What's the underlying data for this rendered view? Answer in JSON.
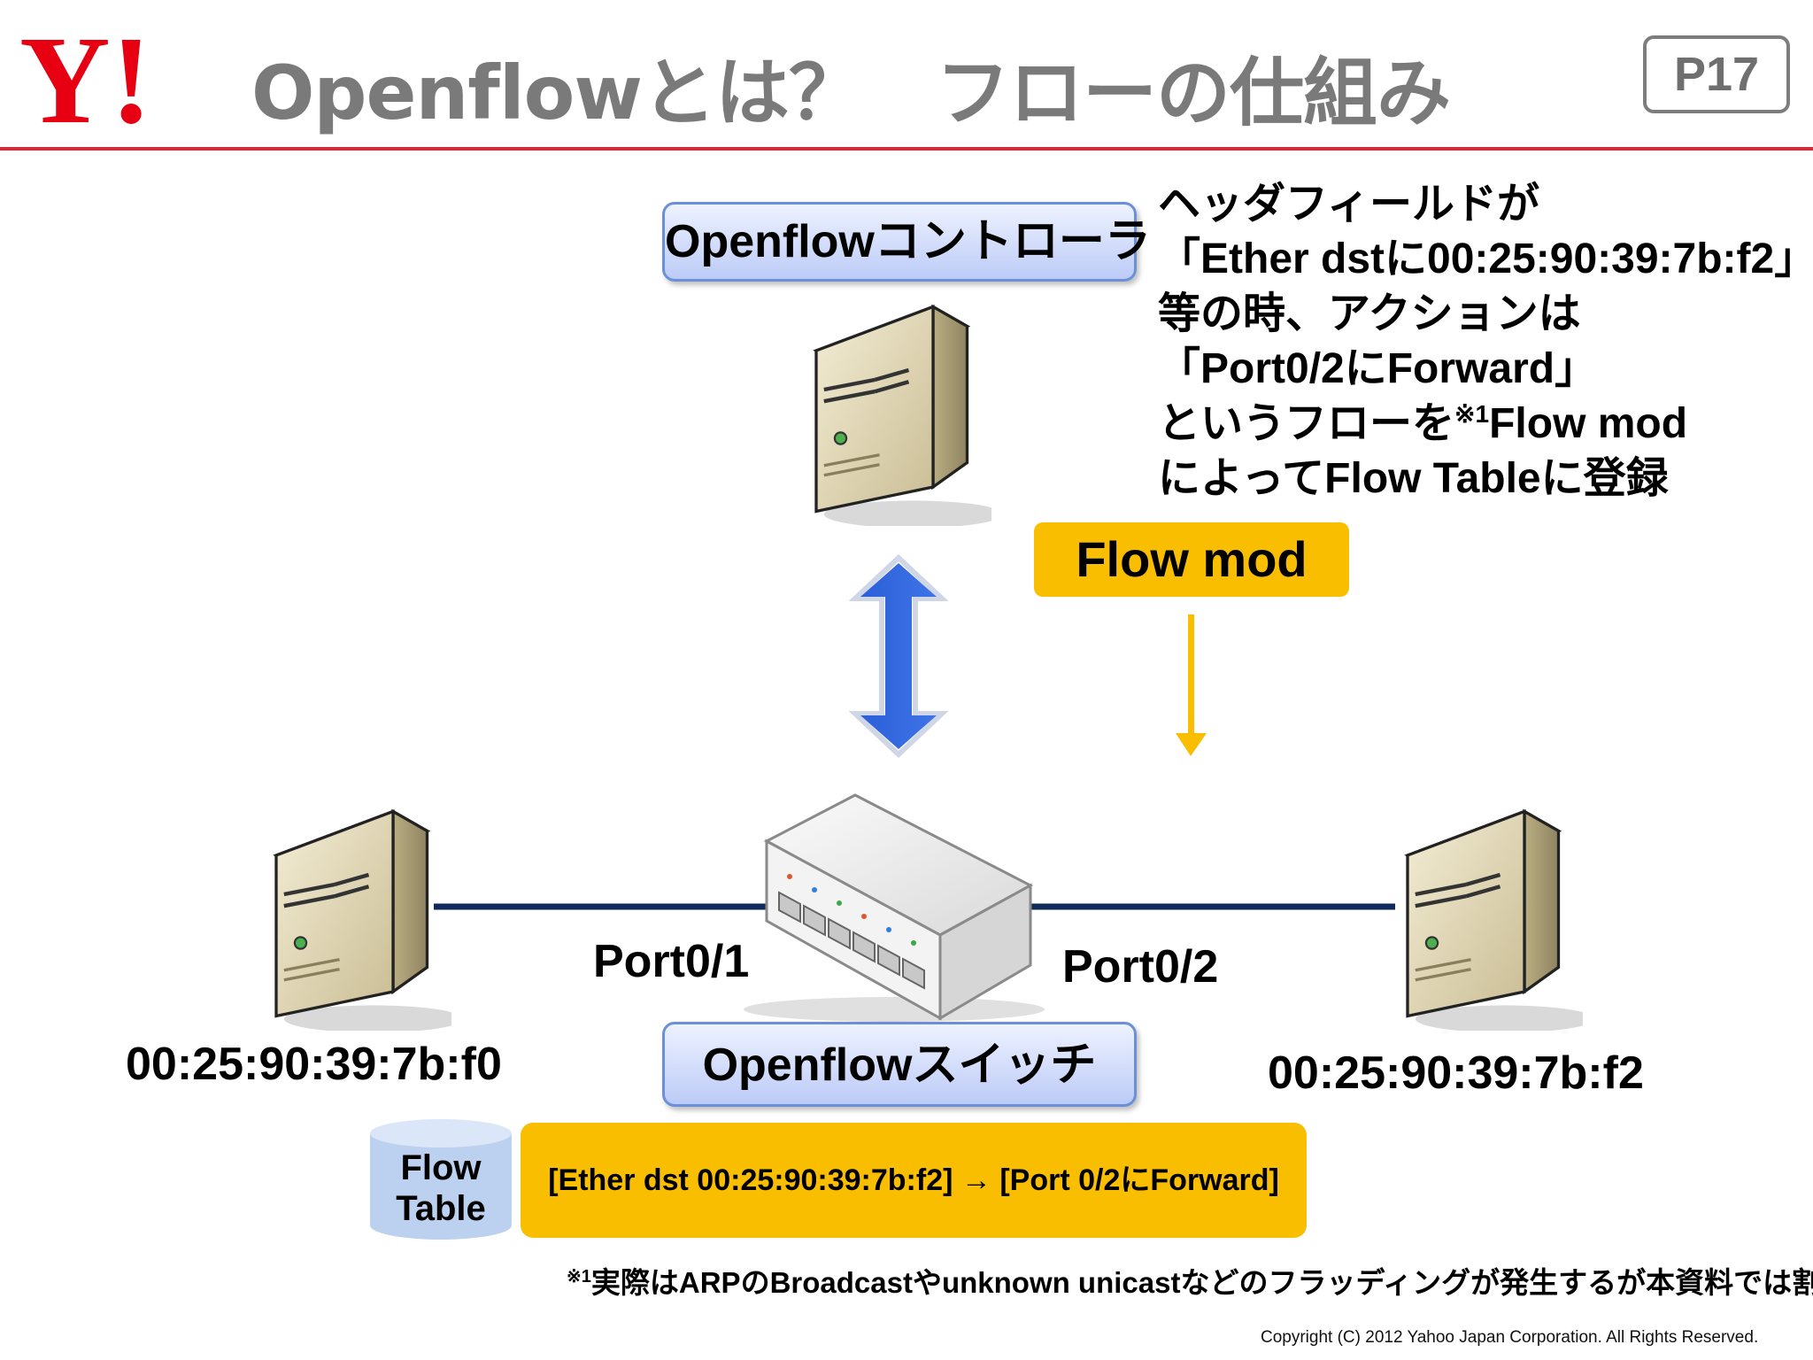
{
  "header": {
    "logo_text": "Y!",
    "title": "Openflowとは？　フローの仕組み",
    "page_number": "P17",
    "rule_color": "#d52b3b"
  },
  "controller": {
    "label": "Openflowコントローラ",
    "icon": "server-icon"
  },
  "explanation": {
    "lines": [
      "ヘッダフィールドが",
      "「Ether dstに00:25:90:39:7b:f2」",
      "等の時、アクションは",
      "「Port0/2にForward」",
      "というフローを",
      "Flow mod",
      "によってFlow Tableに登録"
    ],
    "footnote_marker": "※1"
  },
  "flow_mod": {
    "label": "Flow mod",
    "color": "#f9be00"
  },
  "switch": {
    "label": "Openflowスイッチ",
    "icon": "switch-icon",
    "port_left": "Port0/1",
    "port_right": "Port0/2"
  },
  "hosts": {
    "left_mac": "00:25:90:39:7b:f0",
    "right_mac": "00:25:90:39:7b:f2"
  },
  "flow_table": {
    "label_line1": "Flow",
    "label_line2": "Table",
    "entry": "[Ether dst 00:25:90:39:7b:f2] → [Port 0/2にForward]"
  },
  "footnote": {
    "marker": "※1",
    "text": "実際はARPのBroadcastやunknown unicastなどのフラッディングが発生するが本資料では割愛"
  },
  "copyright": "Copyright (C) 2012 Yahoo Japan Corporation. All Rights Reserved."
}
